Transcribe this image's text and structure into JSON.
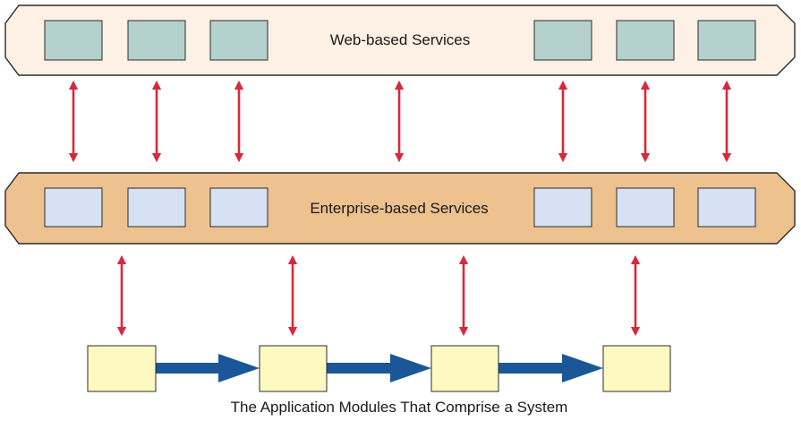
{
  "diagram": {
    "web_layer": {
      "label": "Web-based Services",
      "fill": "#FDF0E4",
      "box_fill": "#B5D1CD",
      "box_count": 6
    },
    "enterprise_layer": {
      "label": "Enterprise-based Services",
      "fill": "#EDC28F",
      "box_fill": "#D6E1F4",
      "box_count": 6
    },
    "application_layer": {
      "caption": "The Application Modules That Comprise a System",
      "module_fill": "#FEF9C0",
      "module_count": 4
    },
    "colors": {
      "outline": "#2b2b2b",
      "link_arrow": "#D8293C",
      "flow_arrow": "#1B5798"
    }
  }
}
